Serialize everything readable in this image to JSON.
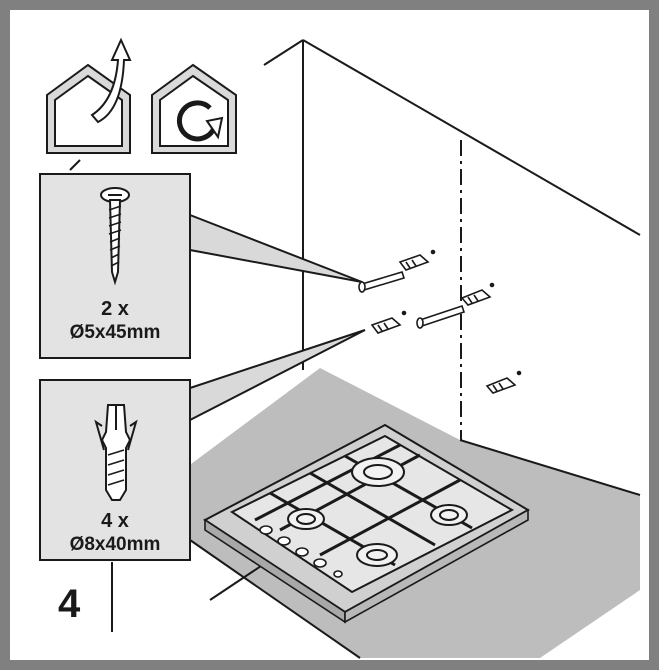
{
  "diagram": {
    "step_number": "4",
    "screw": {
      "quantity": "2 x",
      "size": "Ø5x45mm"
    },
    "plug": {
      "quantity": "4 x",
      "size": "Ø8x40mm"
    },
    "icons": [
      "exit-house-icon",
      "rotate-house-icon"
    ],
    "colors": {
      "frame": "#808080",
      "floor": "#bdbdbd",
      "panel": "#e3e3e3",
      "ink": "#1a1a1a"
    }
  }
}
